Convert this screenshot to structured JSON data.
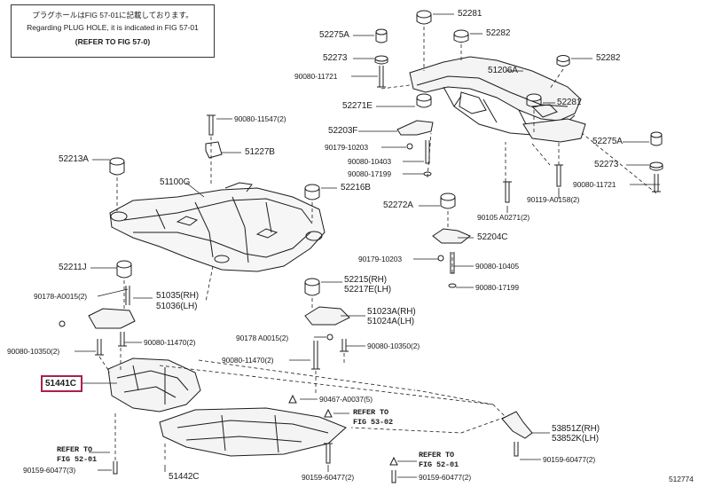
{
  "note": {
    "line1": "プラグホールはFIG 57-01に記載しております。",
    "line2": "Regarding PLUG HOLE, it is indicated in FIG 57-01",
    "line3": "(REFER TO FIG 57-0)"
  },
  "labels": {
    "p52281a": "52281",
    "p52275A_a": "52275A",
    "p52282a": "52282",
    "p52273a": "52273",
    "p51206A": "51206A",
    "p52282b": "52282",
    "p90080_11721a": "90080-11721",
    "p52281b": "52281",
    "p52271E": "52271E",
    "p90080_11547": "90080-11547(2)",
    "p52203F": "52203F",
    "p90179_10203a": "90179-10203",
    "p51227B": "51227B",
    "p90080_10403": "90080-10403",
    "p52275A_b": "52275A",
    "p52213A": "52213A",
    "p90080_17199a": "90080-17199",
    "p52273b": "52273",
    "p51100G": "51100G",
    "p52216B": "52216B",
    "p90080_11721b": "90080-11721",
    "p90119_A0158": "90119-A0158(2)",
    "p52272A": "52272A",
    "p90105_A0271": "90105 A0271(2)",
    "p52204C": "52204C",
    "p90179_10203b": "90179-10203",
    "p90080_10405": "90080-10405",
    "p52211J": "52211J",
    "p52215": "52215(RH)",
    "p52217E": "52217E(LH)",
    "p90080_17199b": "90080-17199",
    "p90178_A0015a": "90178-A0015(2)",
    "p51035": "51035(RH)",
    "p51036": "51036(LH)",
    "p51023A": "51023A(RH)",
    "p51024A": "51024A(LH)",
    "p90178_A0015b": "90178 A0015(2)",
    "p90080_11470a": "90080-11470(2)",
    "p90080_10350a": "90080-10350(2)",
    "p90080_10350b": "90080-10350(2)",
    "p90080_11470b": "90080-11470(2)",
    "p51441C": "51441C",
    "p90467_A0037": "90467-A0037(5)",
    "p_ref53_1": "REFER TO",
    "p_ref53_2": "FIG 53-02",
    "p53851Z": "53851Z(RH)",
    "p53852K": "53852K(LH)",
    "p_ref52a_1": "REFER TO",
    "p_ref52a_2": "FIG 52-01",
    "p90159_60477a": "90159-60477(2)",
    "p_ref52b_1": "REFER TO",
    "p_ref52b_2": "FIG 52-01",
    "p90159_60477b": "90159-60477(3)",
    "p51442C": "51442C",
    "p90159_60477c": "90159-60477(2)",
    "p90159_60477d": "90159-60477(2)",
    "p512774": "512774"
  },
  "colors": {
    "line": "#1c1c1c",
    "highlight": "#a8224a"
  }
}
